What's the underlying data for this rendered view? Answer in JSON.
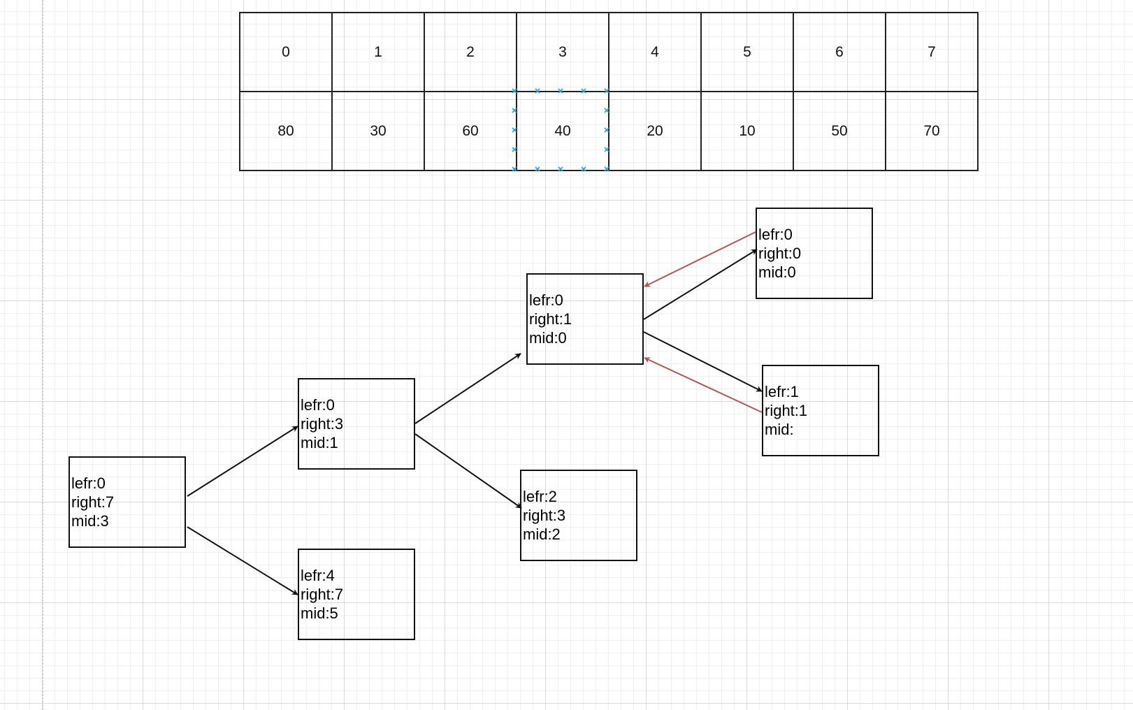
{
  "array": {
    "indices": [
      "0",
      "1",
      "2",
      "3",
      "4",
      "5",
      "6",
      "7"
    ],
    "values": [
      "80",
      "30",
      "60",
      "40",
      "20",
      "10",
      "50",
      "70"
    ],
    "selected_index": 3
  },
  "nodes": {
    "root": {
      "l1": "lefr:0",
      "l2": "right:7",
      "l3": "mid:3"
    },
    "left_0_3": {
      "l1": "lefr:0",
      "l2": "right:3",
      "l3": "mid:1"
    },
    "right_4_7": {
      "l1": "lefr:4",
      "l2": "right:7",
      "l3": "mid:5"
    },
    "left_0_1": {
      "l1": "lefr:0",
      "l2": "right:1",
      "l3": "mid:0"
    },
    "right_2_3": {
      "l1": "lefr:2",
      "l2": "right:3",
      "l3": "mid:2"
    },
    "left_0_0": {
      "l1": "lefr:0",
      "l2": "right:0",
      "l3": "mid:0"
    },
    "right_1_1": {
      "l1": "lefr:1",
      "l2": "right:1",
      "l3": "mid:"
    }
  },
  "colors": {
    "call_arrow": "#111111",
    "return_arrow": "#b85450",
    "selection": "#29a3e0"
  }
}
